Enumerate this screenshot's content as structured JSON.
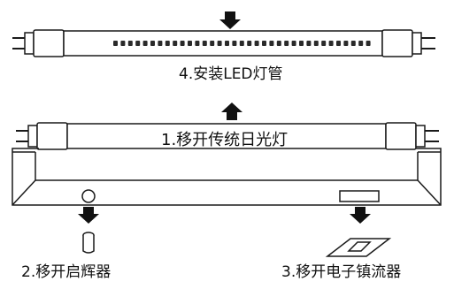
{
  "steps": {
    "remove_tube": "1.移开传统日光灯",
    "remove_starter": "2.移开启辉器",
    "remove_ballast": "3.移开电子镇流器",
    "install_led": "4.安装LED灯管"
  },
  "icons": {
    "arrow": "down-arrow-icon",
    "arrow_up": "up-arrow-icon"
  },
  "colors": {
    "line": "#1a1a1a",
    "fill": "#ffffff",
    "led_dots": "#2a2a2a",
    "arrow": "#111111"
  }
}
